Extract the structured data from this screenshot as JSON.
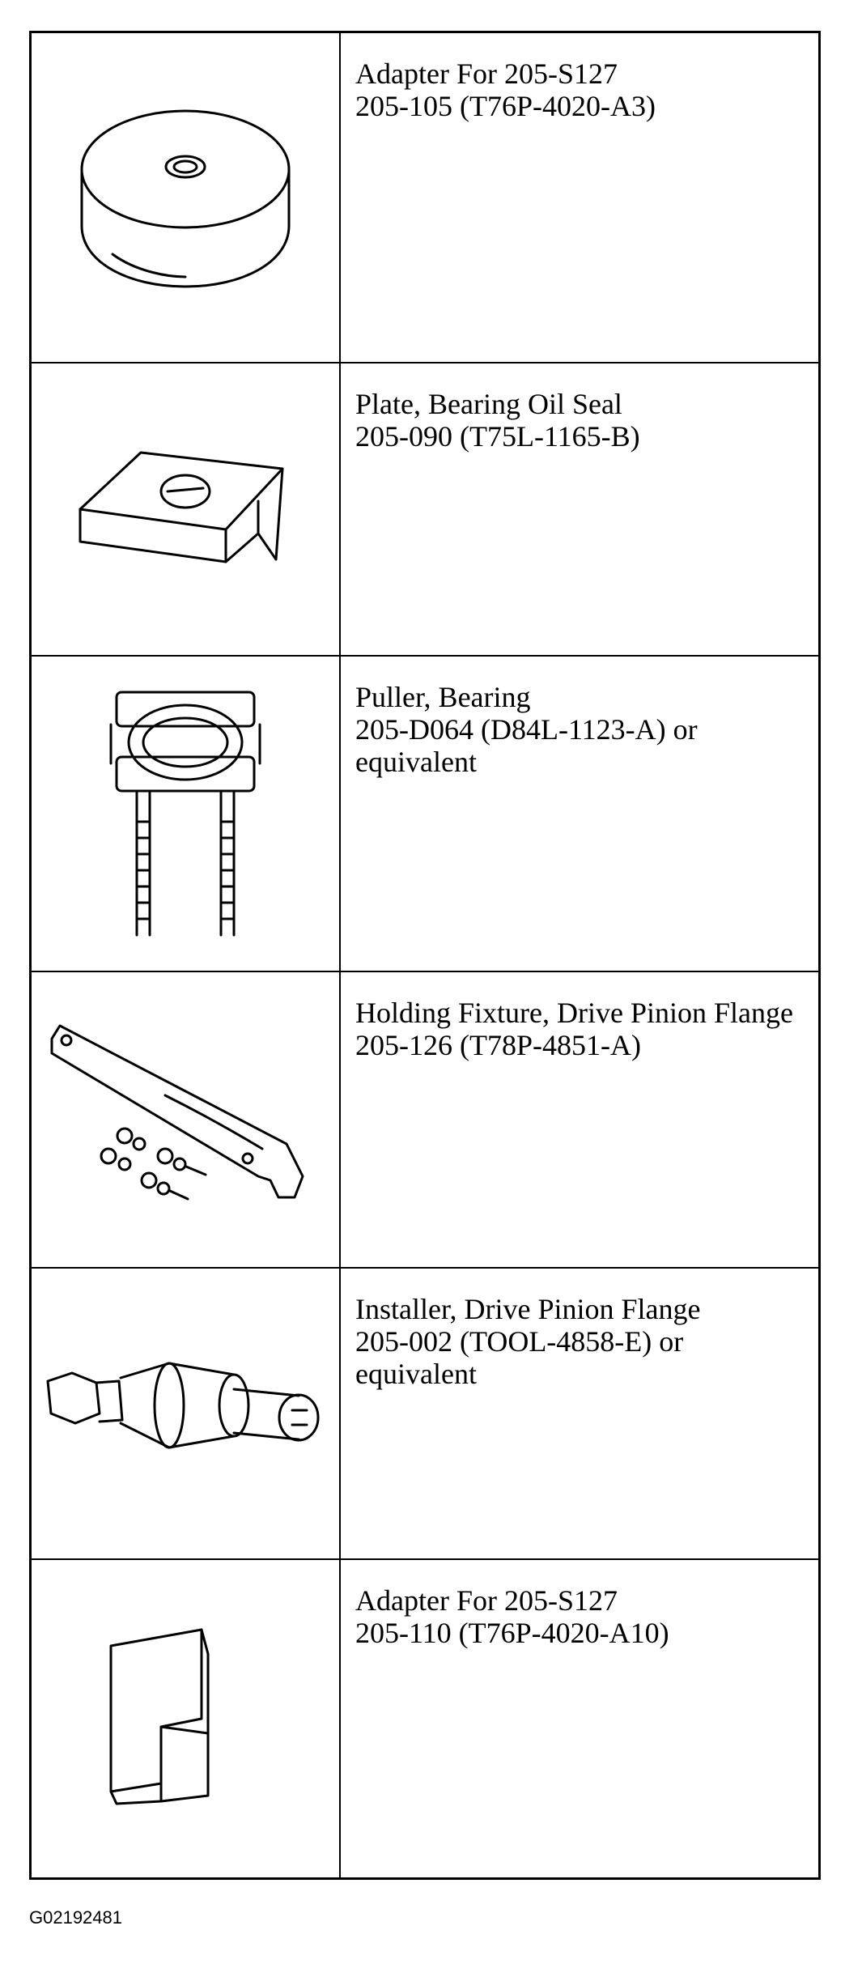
{
  "tools": [
    {
      "name": "Adapter For 205-S127",
      "number": "205-105 (T76P-4020-A3)",
      "extra": "",
      "icon": "adapter-disc-icon"
    },
    {
      "name": "Plate, Bearing Oil Seal",
      "number": "205-090 (T75L-1165-B)",
      "extra": "",
      "icon": "oil-seal-plate-icon"
    },
    {
      "name": "Puller, Bearing",
      "number": "205-D064 (D84L-1123-A) or",
      "extra": "equivalent",
      "icon": "bearing-puller-icon"
    },
    {
      "name": "Holding Fixture, Drive Pinion Flange",
      "number": "205-126 (T78P-4851-A)",
      "extra": "",
      "icon": "holding-fixture-icon"
    },
    {
      "name": "Installer, Drive Pinion Flange",
      "number": "205-002 (TOOL-4858-E) or",
      "extra": "equivalent",
      "icon": "flange-installer-icon"
    },
    {
      "name": "Adapter For 205-S127",
      "number": "205-110 (T76P-4020-A10)",
      "extra": "",
      "icon": "adapter-block-icon"
    }
  ],
  "figure_code": "G02192481"
}
